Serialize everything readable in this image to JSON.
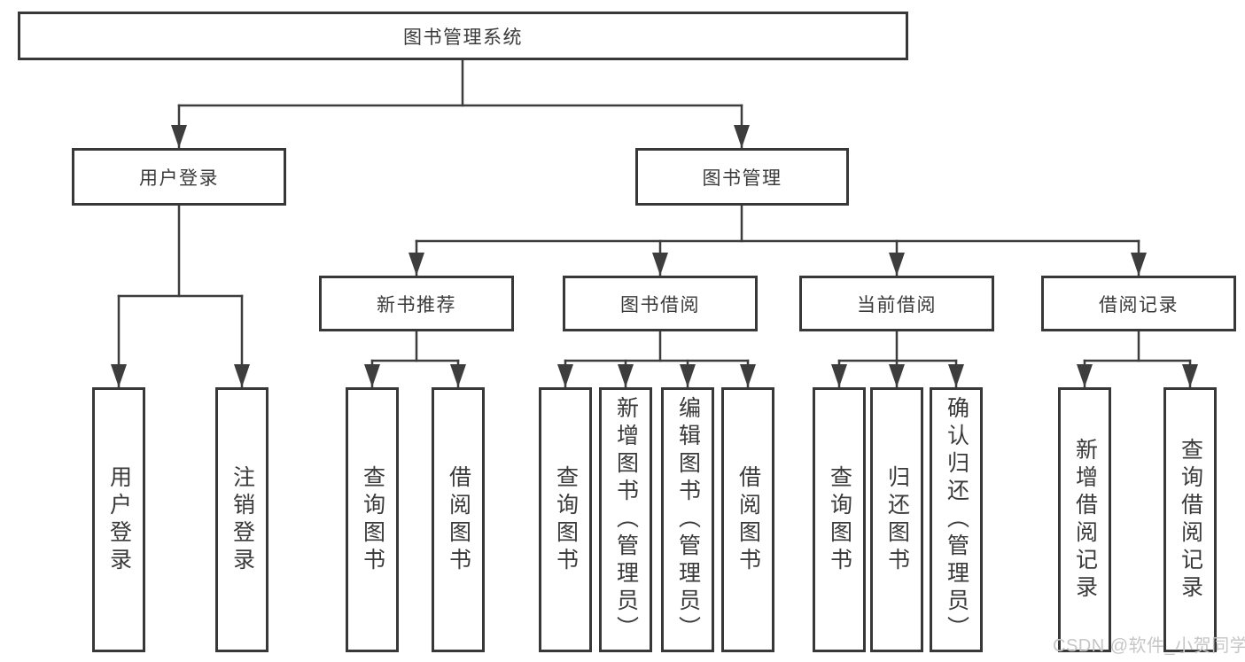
{
  "diagram": {
    "root": "图书管理系统",
    "branches": {
      "user_login": {
        "label": "用户登录",
        "leaves": [
          "用户登录",
          "注销登录"
        ]
      },
      "book_management": {
        "label": "图书管理",
        "groups": [
          {
            "label": "新书推荐",
            "leaves": [
              "查询图书",
              "借阅图书"
            ]
          },
          {
            "label": "图书借阅",
            "leaves": [
              "查询图书",
              "新增图书（管理员）",
              "编辑图书（管理员）",
              "借阅图书"
            ]
          },
          {
            "label": "当前借阅",
            "leaves": [
              "查询图书",
              "归还图书",
              "确认归还（管理员）"
            ]
          },
          {
            "label": "借阅记录",
            "leaves": [
              "新增借阅记录",
              "查询借阅记录"
            ]
          }
        ]
      }
    },
    "watermark": "CSDN @软件_小贺同学",
    "colors": {
      "line": "#3d3d3d",
      "border": "#383838",
      "text": "#3a3a3a",
      "watermark": "#c6c6c6",
      "background": "#ffffff"
    }
  }
}
